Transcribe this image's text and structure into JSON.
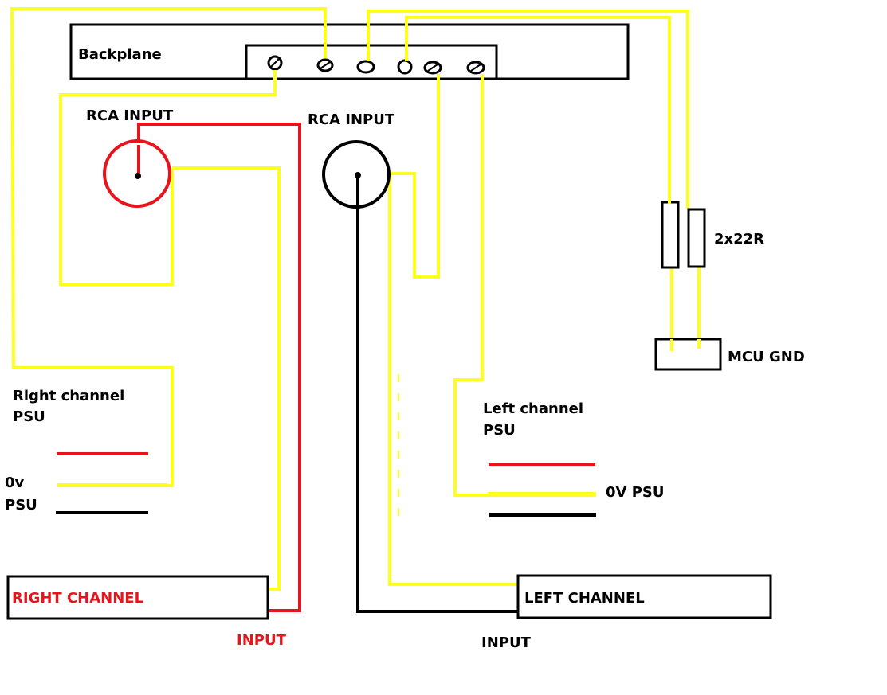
{
  "labels": {
    "backplane": "Backplane",
    "rca_input_left": "RCA INPUT",
    "rca_input_right": "RCA INPUT",
    "resistors": "2x22R",
    "mcu_gnd": "MCU GND",
    "right_psu_line1": "Right channel",
    "right_psu_line2": "PSU",
    "zero_v_line1": "0v",
    "zero_v_line2": "PSU",
    "left_psu_line1": "Left channel",
    "left_psu_line2": "PSU",
    "zero_v_psu": "0V PSU",
    "right_channel": "RIGHT CHANNEL",
    "left_channel": "LEFT CHANNEL",
    "input_right": "INPUT",
    "input_left": "INPUT"
  },
  "colors": {
    "wire_yellow": "#ffff1f",
    "wire_red": "#e8131b",
    "wire_black": "#000000",
    "background": "#ffffff"
  }
}
